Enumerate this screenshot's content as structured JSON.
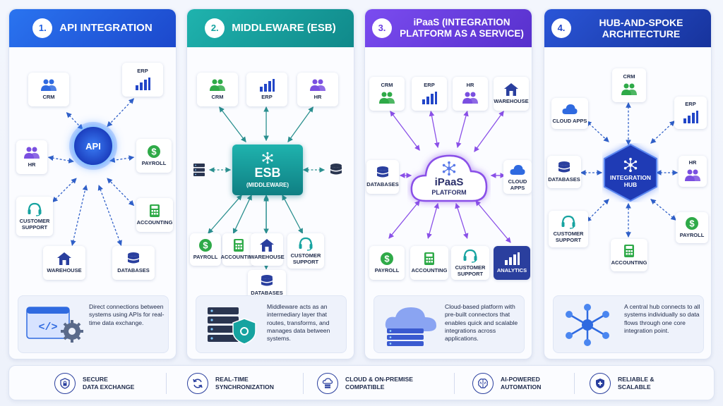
{
  "colors": {
    "api_header": "#1f5fe0",
    "esb_header": "#16a3a0",
    "ipaas_header": "#6a3fe0",
    "hub_header": "#2246c8",
    "navy": "#2a3f9e",
    "green": "#2faa48",
    "purple": "#7a4fe0",
    "blue": "#2f6ae0",
    "arrow": "#2f5fc8",
    "teal_arrow": "#2a8f8f",
    "violet_arrow": "#8a50e8"
  },
  "panels": [
    {
      "number": "1.",
      "title": "API INTEGRATION",
      "center_label": "API",
      "nodes": [
        "CRM",
        "ERP",
        "HR",
        "PAYROLL",
        "CUSTOMER SUPPORT",
        "ACCOUNTING",
        "WAREHOUSE",
        "DATABASES"
      ],
      "description": "Direct connections between systems using APIs for real-time data exchange."
    },
    {
      "number": "2.",
      "title": "MIDDLEWARE (ESB)",
      "center_label": "ESB",
      "center_sublabel": "(MIDDLEWARE)",
      "nodes": [
        "CRM",
        "ERP",
        "HR",
        "PAYROLL",
        "ACCOUNTING",
        "WAREHOUSE",
        "CUSTOMER SUPPORT",
        "DATABASES"
      ],
      "description": "Middleware acts as an intermediary layer that routes, transforms, and manages data between systems."
    },
    {
      "number": "3.",
      "title": "iPaaS (INTEGRATION PLATFORM AS A SERVICE)",
      "center_label": "iPaaS",
      "center_sublabel": "PLATFORM",
      "nodes": [
        "CRM",
        "ERP",
        "HR",
        "WAREHOUSE",
        "DATABASES",
        "CLOUD APPS",
        "PAYROLL",
        "ACCOUNTING",
        "CUSTOMER SUPPORT",
        "ANALYTICS"
      ],
      "description": "Cloud-based platform with pre-built connectors that enables quick and scalable integrations across applications."
    },
    {
      "number": "4.",
      "title": "HUB-AND-SPOKE ARCHITECTURE",
      "center_label": "INTEGRATION",
      "center_sublabel": "HUB",
      "nodes": [
        "CRM",
        "CLOUD APPS",
        "ERP",
        "DATABASES",
        "HR",
        "CUSTOMER SUPPORT",
        "PAYROLL",
        "ACCOUNTING"
      ],
      "description": "A central hub connects to all systems individually so data flows through one core integration point."
    }
  ],
  "features": [
    {
      "line1": "SECURE",
      "line2": "DATA EXCHANGE",
      "icon": "lock-shield-icon"
    },
    {
      "line1": "REAL-TIME",
      "line2": "SYNCHRONIZATION",
      "icon": "sync-icon"
    },
    {
      "line1": "CLOUD & ON-PREMISE",
      "line2": "COMPATIBLE",
      "icon": "cloud-server-icon"
    },
    {
      "line1": "AI-POWERED",
      "line2": "AUTOMATION",
      "icon": "brain-icon"
    },
    {
      "line1": "RELIABLE &",
      "line2": "SCALABLE",
      "icon": "shield-plus-icon"
    }
  ]
}
